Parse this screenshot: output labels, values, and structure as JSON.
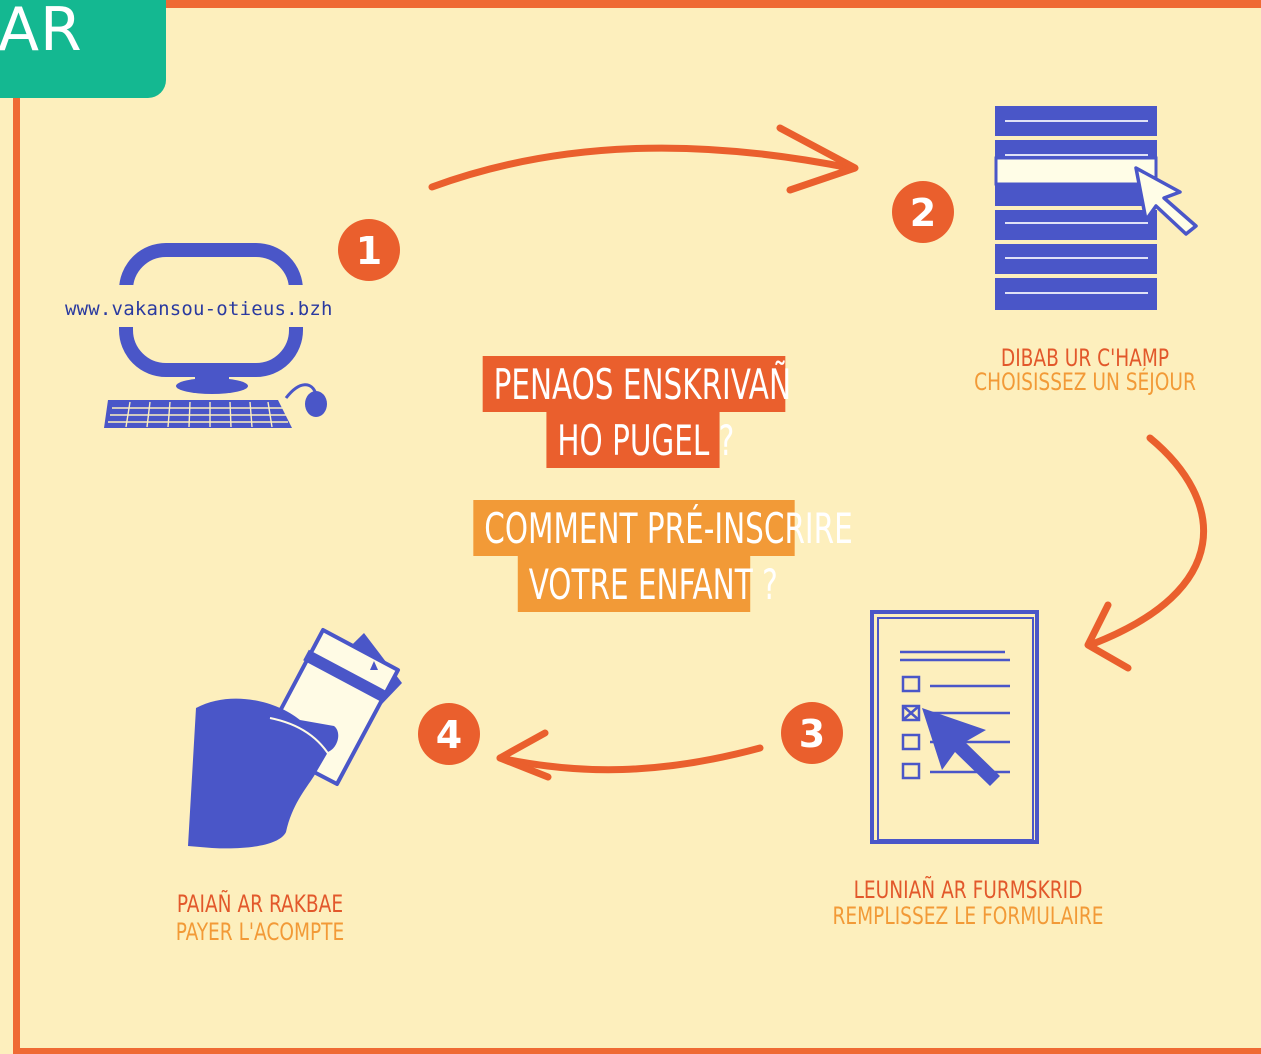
{
  "corner_tab": {
    "text": "AR"
  },
  "url": "www.vakansou-otieus.bzh",
  "title": {
    "breton": {
      "line1": "PENAOS ENSKRIVAÑ",
      "line2": "HO PUGEL ?"
    },
    "french": {
      "line1": "COMMENT PRÉ-INSCRIRE",
      "line2": "VOTRE ENFANT ?"
    }
  },
  "steps": [
    {
      "number": "1"
    },
    {
      "number": "2",
      "breton": "DIBAB UR C'HAMP",
      "french": "CHOISISSEZ UN SÉJOUR"
    },
    {
      "number": "3",
      "breton": "LEUNIAÑ AR FURMSKRID",
      "french": "REMPLISSEZ LE FORMULAIRE"
    },
    {
      "number": "4",
      "breton": "PAIAÑ AR RAKBAE",
      "french": "PAYER L'ACOMPTE"
    }
  ],
  "colors": {
    "background": "#fdefbd",
    "orange": "#ea5f2d",
    "light_orange": "#f29a37",
    "blue": "#4a56c8",
    "tab_green": "#14b891"
  }
}
